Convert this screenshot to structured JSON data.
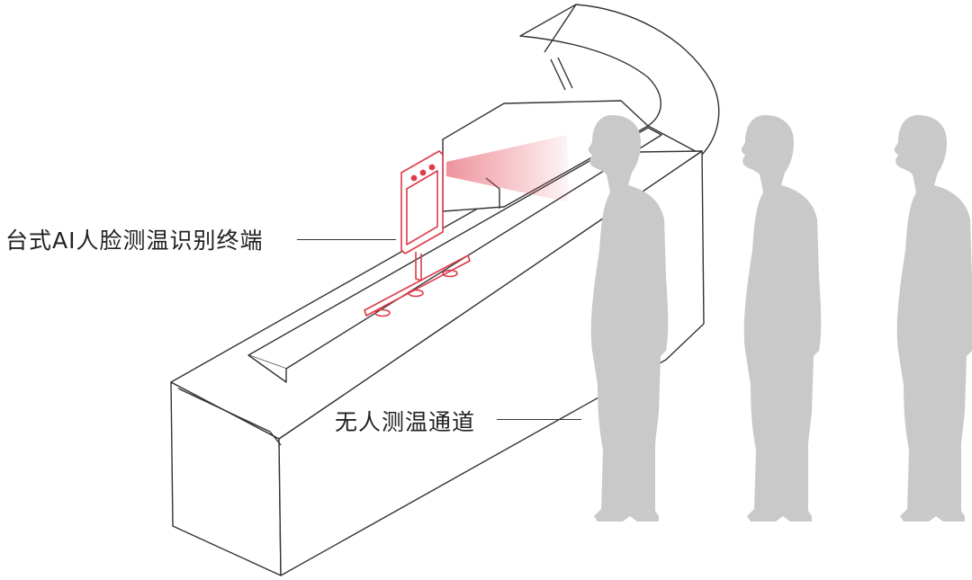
{
  "labels": {
    "terminal": "台式AI人脸测温识别终端",
    "channel": "无人测温通道"
  },
  "colors": {
    "line": "#333333",
    "accent": "#e03a4a",
    "person": "#c9c9c9",
    "background": "#ffffff"
  },
  "people_count": 3
}
